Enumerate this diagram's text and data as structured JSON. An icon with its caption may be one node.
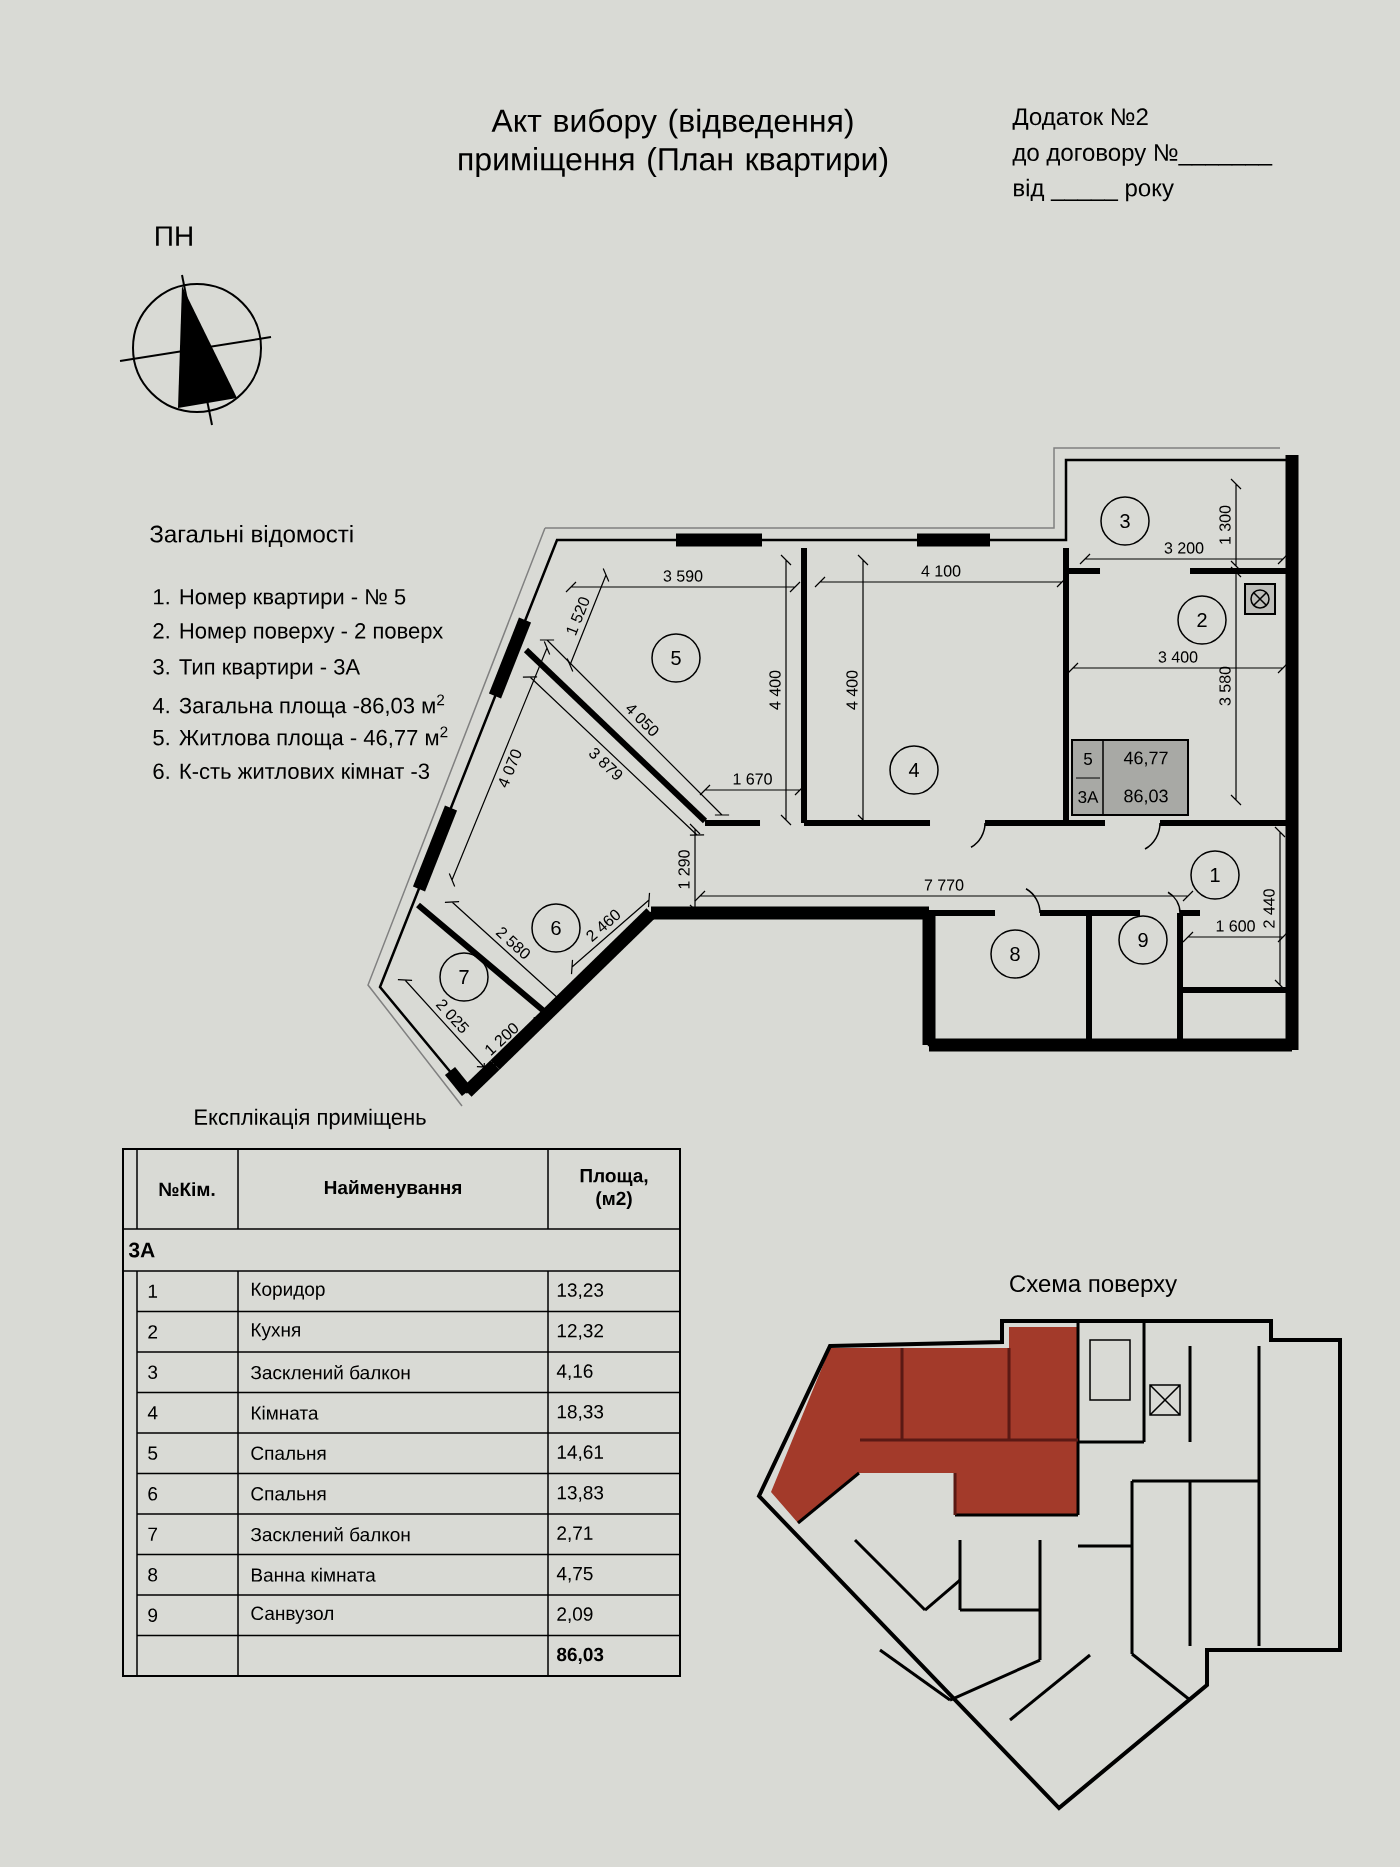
{
  "diagram": {
    "title": "Акт вибору (відведення) приміщення (План квартири)",
    "nodes": [
      {
        "text": [
          "1"
        ]
      },
      {
        "text": [
          "2"
        ]
      },
      {
        "text": [
          "3"
        ]
      },
      {
        "text": [
          "4"
        ]
      },
      {
        "text": [
          "5"
        ]
      },
      {
        "text": [
          "6"
        ]
      },
      {
        "text": [
          "7"
        ]
      },
      {
        "text": [
          "8"
        ]
      },
      {
        "text": [
          "9"
        ]
      }
    ],
    "labels": [
      "Додаток №2",
      "до договору №_______",
      "від _____ року",
      "ПН",
      "Загальні відомості",
      "1. Номер квартири - № 5",
      "2. Номер поверху - 2 поверх",
      "3. Тип квартири - 3А",
      "4. Загальна площа -86,03 м$^{2}$",
      "5. Житлова площа - 46,77 м$^{2}$",
      "6. К-сть житлових кімнат -3",
      "1 300",
      "3 590",
      "4 100",
      "3 200",
      "1 520",
      "3 400",
      "4 050",
      "4 400",
      "4 400",
      "3 879",
      "3 580",
      "4 070",
      "1 670",
      "1 290",
      "7 770",
      "2 440",
      "1 600",
      "2 580",
      "2 460",
      "2 025",
      "1 200",
      "5",
      "46,77",
      "3А",
      "86,03",
      "Експлікація приміщень",
      "№Кім.",
      "Найменування",
      "Площа, (м2)",
      "3А",
      "1",
      "Коридор",
      "13,23",
      "2",
      "Кухня",
      "12,32",
      "3",
      "Засклений балкон",
      "4,16",
      "4",
      "Кімната",
      "18,33",
      "5",
      "Спальня",
      "14,61",
      "6",
      "Спальня",
      "13,83",
      "7",
      "Засклений балкон",
      "2,71",
      "8",
      "Ванна кімната",
      "4,75",
      "9",
      "Санвузол",
      "2,09",
      "86,03",
      "Схема поверху"
    ]
  }
}
